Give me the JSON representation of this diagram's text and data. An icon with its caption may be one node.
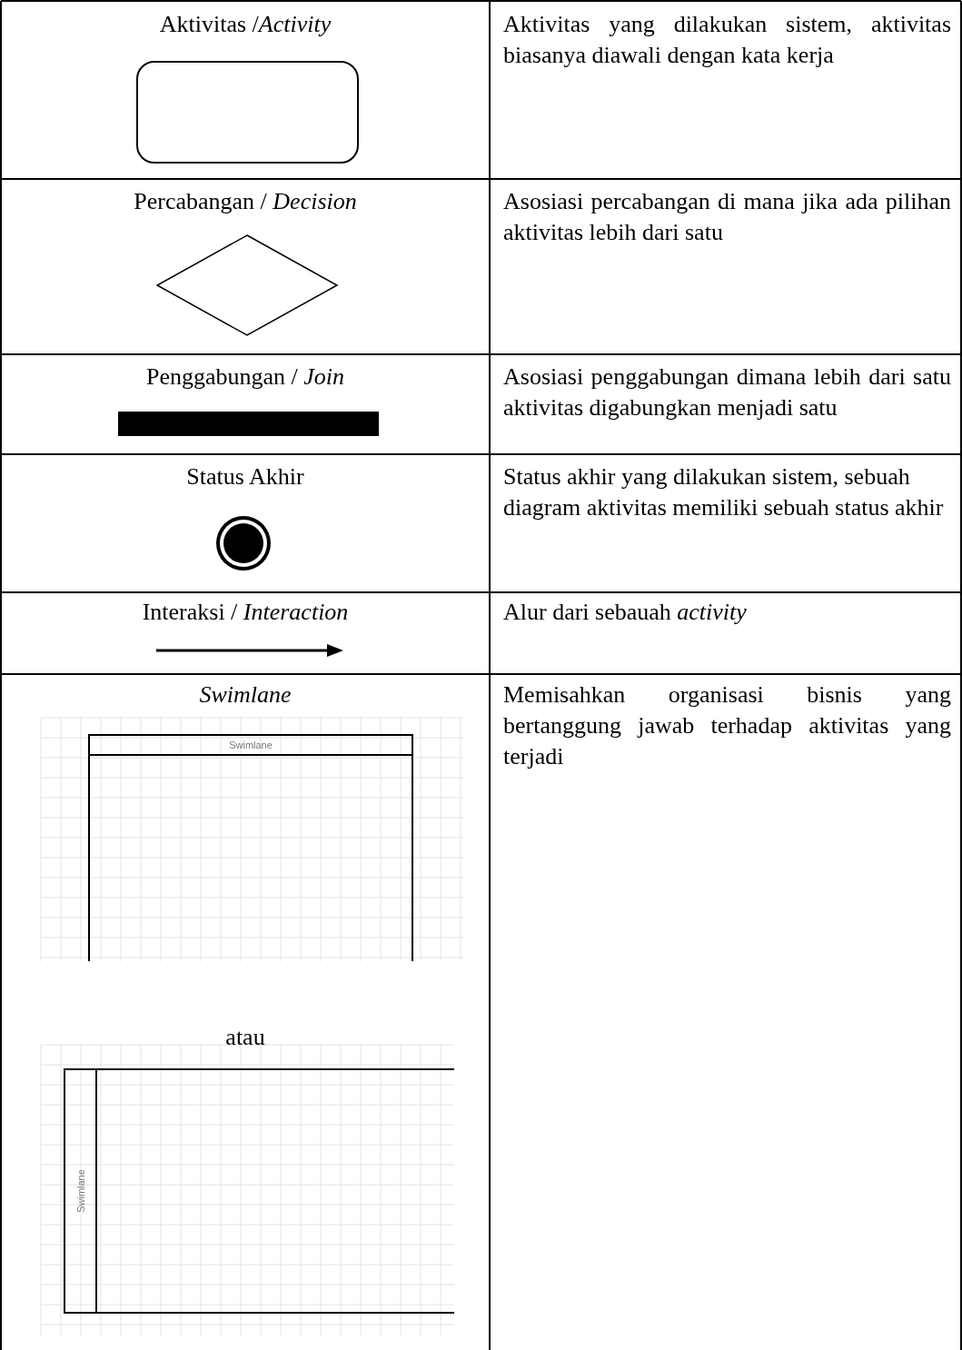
{
  "diagram": {
    "nodes": [
      {
        "text": [],
        "shape": "box"
      },
      {
        "text": [],
        "shape": "diamond"
      },
      {
        "text": [],
        "shape": "bar"
      },
      {
        "text": [],
        "shape": "circle"
      },
      {
        "text": [
          "Swimlane"
        ]
      },
      {
        "text": [
          "Swimlane"
        ]
      }
    ],
    "labels": [
      "Aktivitas /*Activity*",
      "Aktivitas yang dilakukan sistem, aktivitas biasanya diawali dengan kata kerja",
      "Percabangan / *Decision*",
      "Asosiasi percabangan di mana jika ada pilihan aktivitas lebih dari satu",
      "Penggabungan / *Join*",
      "Asosiasi penggabungan dimana lebih dari satu aktivitas digabungkan menjadi satu",
      "Status Akhir",
      "Status akhir yang dilakukan sistem, sebuah diagram aktivitas memiliki sebuah status akhir",
      "Interaksi / *Interaction*",
      "Alur dari sebauah *activity*",
      "Swimlane",
      "atau",
      "Memisahkan organisasi bisnis yang bertanggung jawab terhadap aktivitas yang terjadi"
    ]
  }
}
